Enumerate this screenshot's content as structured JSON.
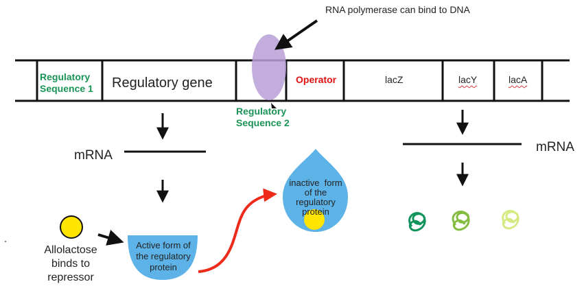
{
  "callout": {
    "text": "RNA polymerase can bind to DNA"
  },
  "dna": {
    "segments": {
      "reg_seq_1": [
        "Regulatory",
        "Sequence 1"
      ],
      "regulatory_gene": "Regulatory gene",
      "operator": "Operator",
      "lacz": "lacZ",
      "lacy": "lacY",
      "laca": "lacA"
    },
    "reg_seq_2": [
      "Regulatory",
      "Sequence 2"
    ]
  },
  "mrna": {
    "left": "mRNA",
    "right": "mRNA"
  },
  "allolactose": {
    "lines": [
      "Allolactose",
      "binds to",
      "repressor"
    ]
  },
  "active_protein": {
    "lines": [
      "Active form of",
      "the regulatory",
      "protein"
    ]
  },
  "inactive_protein": {
    "lines": [
      "inactive  form",
      "of the",
      "regulatory",
      "protein"
    ]
  },
  "colors": {
    "dna": "#111111",
    "green_label": "#1a9456",
    "operator": "#e01010",
    "polymerase": "#b89fd6",
    "protein": "#5db3e8",
    "allolactose": "#ffe500",
    "curve_arrow": "#ee2a1a",
    "protein_dark_green": "#13935c",
    "protein_mid_green": "#84bc41",
    "protein_light_green": "#d6ea84"
  }
}
